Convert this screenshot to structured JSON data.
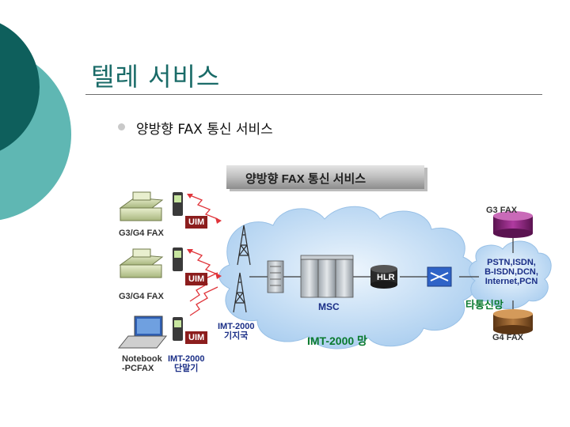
{
  "slide": {
    "title": "텔레 서비스",
    "bullet": "양방향 FAX 통신 서비스"
  },
  "diagram": {
    "banner": "양방향 FAX 통신 서비스",
    "devices": [
      {
        "uim": "UIM",
        "label": "G3/G4 FAX"
      },
      {
        "uim": "UIM",
        "label": "G3/G4 FAX"
      },
      {
        "uim": "UIM",
        "label_line1": "Notebook",
        "label_line2": "-PCFAX"
      }
    ],
    "terminal_line1": "IMT-2000",
    "terminal_line2": "단말기",
    "base_station_line1": "IMT-2000",
    "base_station_line2": "기지국",
    "msc": "MSC",
    "hlr": "HLR",
    "network": "IMT-2000 망",
    "g3fax": "G3 FAX",
    "g4fax": "G4 FAX",
    "other_network_lines": [
      "PSTN,ISDN,",
      "B-ISDN,DCN,",
      "Internet,PCN"
    ],
    "other_network_label": "타통신망"
  },
  "colors": {
    "teal_dark": "#0e5f5c",
    "teal_light": "#5fb7b3",
    "title": "#1a6b68",
    "uim_box": "#8c1d1d",
    "cloud": "#c7e1f7",
    "label_blue": "#1b2f87",
    "label_green": "#0a7a2e"
  }
}
